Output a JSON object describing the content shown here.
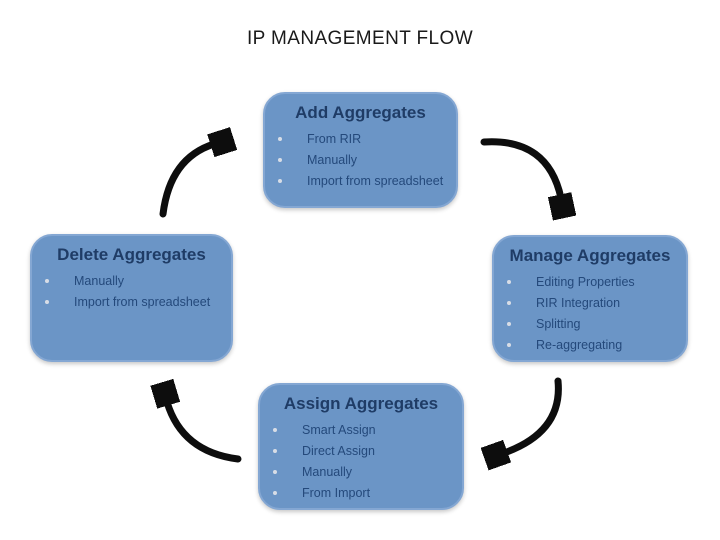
{
  "title": "IP MANAGEMENT FLOW",
  "colors": {
    "box_fill": "#6B95C6",
    "box_border": "#84A7D3",
    "box_title_text": "#1F3C66",
    "box_item_text": "#24497B",
    "bullet_dot": "#D8DDE6",
    "arrow": "#0D0D0D",
    "page_title_text": "#1A1A1A",
    "background": "#FFFFFF"
  },
  "boxes": [
    {
      "id": "add",
      "title": "Add Aggregates",
      "items": [
        "From RIR",
        "Manually",
        "Import from spreadsheet"
      ]
    },
    {
      "id": "manage",
      "title": "Manage Aggregates",
      "items": [
        "Editing Properties",
        "RIR Integration",
        "Splitting",
        "Re-aggregating"
      ]
    },
    {
      "id": "assign",
      "title": "Assign Aggregates",
      "items": [
        "Smart Assign",
        "Direct Assign",
        "Manually",
        "From Import"
      ]
    },
    {
      "id": "delete",
      "title": "Delete Aggregates",
      "items": [
        "Manually",
        "Import from spreadsheet"
      ]
    }
  ],
  "arrows": [
    {
      "name": "curved-arrow-add-to-manage",
      "from": "Add Aggregates",
      "to": "Manage Aggregates"
    },
    {
      "name": "curved-arrow-manage-to-assign",
      "from": "Manage Aggregates",
      "to": "Assign Aggregates"
    },
    {
      "name": "curved-arrow-assign-to-delete",
      "from": "Assign Aggregates",
      "to": "Delete Aggregates"
    },
    {
      "name": "curved-arrow-delete-to-add",
      "from": "Delete Aggregates",
      "to": "Add Aggregates"
    }
  ]
}
